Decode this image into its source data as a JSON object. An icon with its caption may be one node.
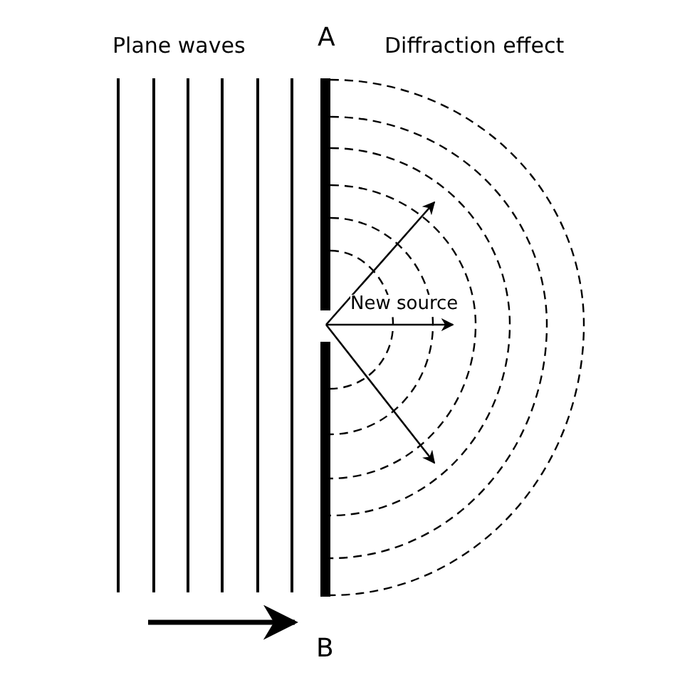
{
  "diagram": {
    "labels": [
      "Plane waves",
      "A",
      "Diffraction effect",
      "New source",
      "B"
    ]
  }
}
